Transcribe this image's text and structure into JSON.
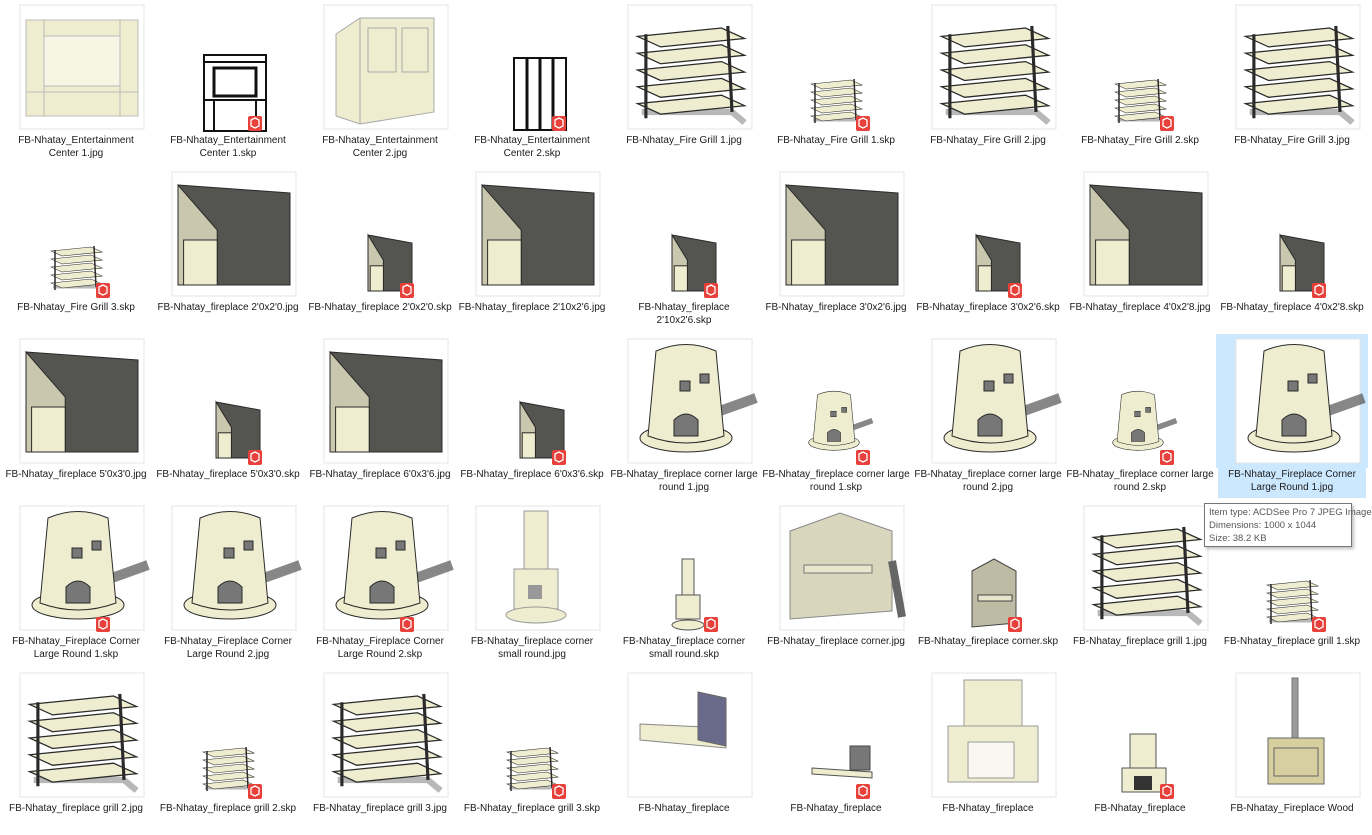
{
  "files": [
    {
      "name": "FB-Nhatay_Entertainment Center 1.jpg",
      "kind": "cabinet",
      "ext": "jpg"
    },
    {
      "name": "FB-Nhatay_Entertainment Center 1.skp",
      "kind": "cabinet-line",
      "ext": "skp"
    },
    {
      "name": "FB-Nhatay_Entertainment Center 2.jpg",
      "kind": "armoire",
      "ext": "jpg"
    },
    {
      "name": "FB-Nhatay_Entertainment Center 2.skp",
      "kind": "armoire-line",
      "ext": "skp"
    },
    {
      "name": "FB-Nhatay_Fire Grill 1.jpg",
      "kind": "grill-large",
      "ext": "jpg"
    },
    {
      "name": "FB-Nhatay_Fire Grill 1.skp",
      "kind": "grill-small",
      "ext": "skp"
    },
    {
      "name": "FB-Nhatay_Fire Grill 2.jpg",
      "kind": "grill-large",
      "ext": "jpg"
    },
    {
      "name": "FB-Nhatay_Fire Grill 2.skp",
      "kind": "grill-small",
      "ext": "skp"
    },
    {
      "name": "FB-Nhatay_Fire Grill 3.jpg",
      "kind": "grill-large",
      "ext": "jpg"
    },
    {
      "name": "FB-Nhatay_Fire Grill 3.skp",
      "kind": "grill-small",
      "ext": "skp"
    },
    {
      "name": "FB-Nhatay_fireplace 2'0x2'0.jpg",
      "kind": "box-large",
      "ext": "jpg"
    },
    {
      "name": "FB-Nhatay_fireplace 2'0x2'0.skp",
      "kind": "box-small",
      "ext": "skp"
    },
    {
      "name": "FB-Nhatay_fireplace 2'10x2'6.jpg",
      "kind": "box-large",
      "ext": "jpg"
    },
    {
      "name": "FB-Nhatay_fireplace 2'10x2'6.skp",
      "kind": "box-small",
      "ext": "skp"
    },
    {
      "name": "FB-Nhatay_fireplace 3'0x2'6.jpg",
      "kind": "box-large",
      "ext": "jpg"
    },
    {
      "name": "FB-Nhatay_fireplace 3'0x2'6.skp",
      "kind": "box-small",
      "ext": "skp"
    },
    {
      "name": "FB-Nhatay_fireplace 4'0x2'8.jpg",
      "kind": "box-large",
      "ext": "jpg"
    },
    {
      "name": "FB-Nhatay_fireplace 4'0x2'8.skp",
      "kind": "box-small",
      "ext": "skp"
    },
    {
      "name": "FB-Nhatay_fireplace 5'0x3'0.jpg",
      "kind": "box-large",
      "ext": "jpg"
    },
    {
      "name": "FB-Nhatay_fireplace 5'0x3'0.skp",
      "kind": "box-small",
      "ext": "skp"
    },
    {
      "name": "FB-Nhatay_fireplace 6'0x3'6.jpg",
      "kind": "box-large",
      "ext": "jpg"
    },
    {
      "name": "FB-Nhatay_fireplace 6'0x3'6.skp",
      "kind": "box-small",
      "ext": "skp"
    },
    {
      "name": "FB-Nhatay_fireplace corner large round 1.jpg",
      "kind": "round-large",
      "ext": "jpg"
    },
    {
      "name": "FB-Nhatay_fireplace corner large round 1.skp",
      "kind": "round-small",
      "ext": "skp"
    },
    {
      "name": "FB-Nhatay_fireplace corner large round  2.jpg",
      "kind": "round-large",
      "ext": "jpg"
    },
    {
      "name": "FB-Nhatay_fireplace corner large round  2.skp",
      "kind": "round-small",
      "ext": "skp"
    },
    {
      "name": "FB-Nhatay_Fireplace Corner Large Round 1.jpg",
      "kind": "round-large",
      "ext": "jpg",
      "selected": true
    },
    {
      "name": "FB-Nhatay_Fireplace Corner Large Round 1.skp",
      "kind": "round-large",
      "ext": "skp"
    },
    {
      "name": "FB-Nhatay_Fireplace Corner Large Round 2.jpg",
      "kind": "round-large",
      "ext": "jpg"
    },
    {
      "name": "FB-Nhatay_Fireplace Corner Large Round 2.skp",
      "kind": "round-large",
      "ext": "skp"
    },
    {
      "name": "FB-Nhatay_fireplace corner small round.jpg",
      "kind": "column-large",
      "ext": "jpg"
    },
    {
      "name": "FB-Nhatay_fireplace corner small round.skp",
      "kind": "column-small",
      "ext": "skp"
    },
    {
      "name": "FB-Nhatay_fireplace corner.jpg",
      "kind": "corner-large",
      "ext": "jpg"
    },
    {
      "name": "FB-Nhatay_fireplace corner.skp",
      "kind": "corner-small",
      "ext": "skp"
    },
    {
      "name": "FB-Nhatay_fireplace grill 1.jpg",
      "kind": "grill-large",
      "ext": "jpg"
    },
    {
      "name": "FB-Nhatay_fireplace grill 1.skp",
      "kind": "grill-small",
      "ext": "skp"
    },
    {
      "name": "FB-Nhatay_fireplace grill 2.jpg",
      "kind": "grill-large",
      "ext": "jpg"
    },
    {
      "name": "FB-Nhatay_fireplace grill 2.skp",
      "kind": "grill-small",
      "ext": "skp"
    },
    {
      "name": "FB-Nhatay_fireplace grill 3.jpg",
      "kind": "grill-large",
      "ext": "jpg"
    },
    {
      "name": "FB-Nhatay_fireplace grill 3.skp",
      "kind": "grill-small",
      "ext": "skp"
    },
    {
      "name": "FB-Nhatay_fireplace",
      "kind": "hearth-large",
      "ext": "jpg"
    },
    {
      "name": "FB-Nhatay_fireplace",
      "kind": "hearth-small",
      "ext": "skp"
    },
    {
      "name": "FB-Nhatay_fireplace",
      "kind": "mantel-large",
      "ext": "jpg"
    },
    {
      "name": "FB-Nhatay_fireplace",
      "kind": "mantel-small",
      "ext": "skp"
    },
    {
      "name": "FB-Nhatay_Fireplace Wood",
      "kind": "stove-large",
      "ext": "jpg"
    }
  ],
  "tooltip": {
    "type_line": "Item type: ACDSee Pro 7 JPEG Image",
    "dims_line": "Dimensions: 1000 x 1044",
    "size_line": "Size: 38.2 KB"
  },
  "colors": {
    "cream": "#efedcf",
    "dark": "#545450",
    "skp_badge": "#e8403a",
    "selection": "#cce8ff"
  }
}
